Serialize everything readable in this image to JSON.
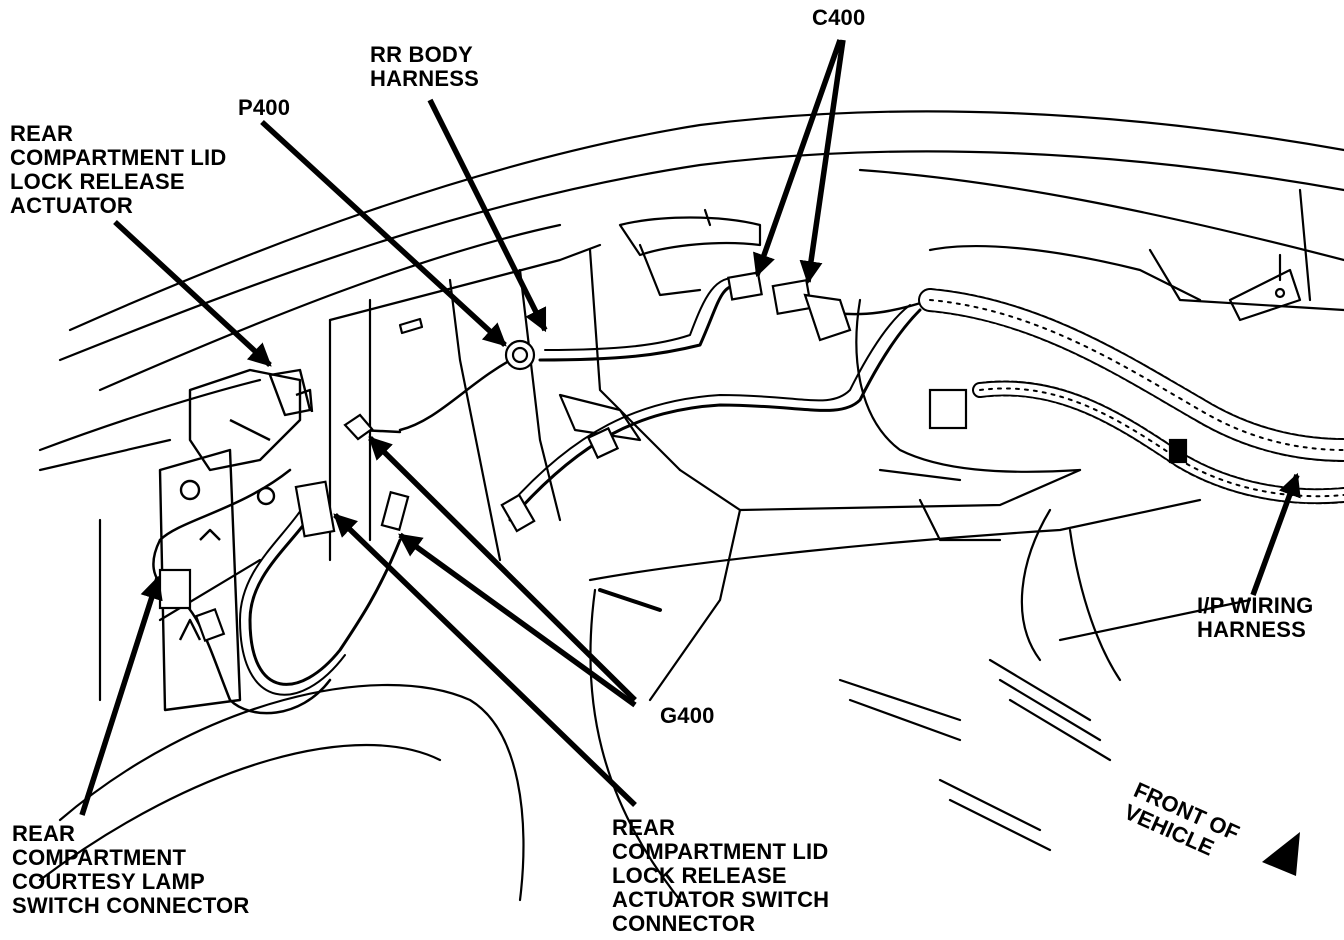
{
  "labels": {
    "c400": "C400",
    "rr_body_harness": [
      "RR BODY",
      "HARNESS"
    ],
    "p400": "P400",
    "lid_lock_actuator": [
      "REAR",
      "COMPARTMENT LID",
      "LOCK RELEASE",
      "ACTUATOR"
    ],
    "ip_wiring_harness": [
      "I/P WIRING",
      "HARNESS"
    ],
    "g400": "G400",
    "courtesy_lamp_switch": [
      "REAR",
      "COMPARTMENT",
      "COURTESY LAMP",
      "SWITCH CONNECTOR"
    ],
    "actuator_switch_connector": [
      "REAR",
      "COMPARTMENT LID",
      "LOCK RELEASE",
      "ACTUATOR SWITCH",
      "CONNECTOR"
    ],
    "front_of_vehicle": [
      "FRONT OF",
      "VEHICLE"
    ]
  }
}
